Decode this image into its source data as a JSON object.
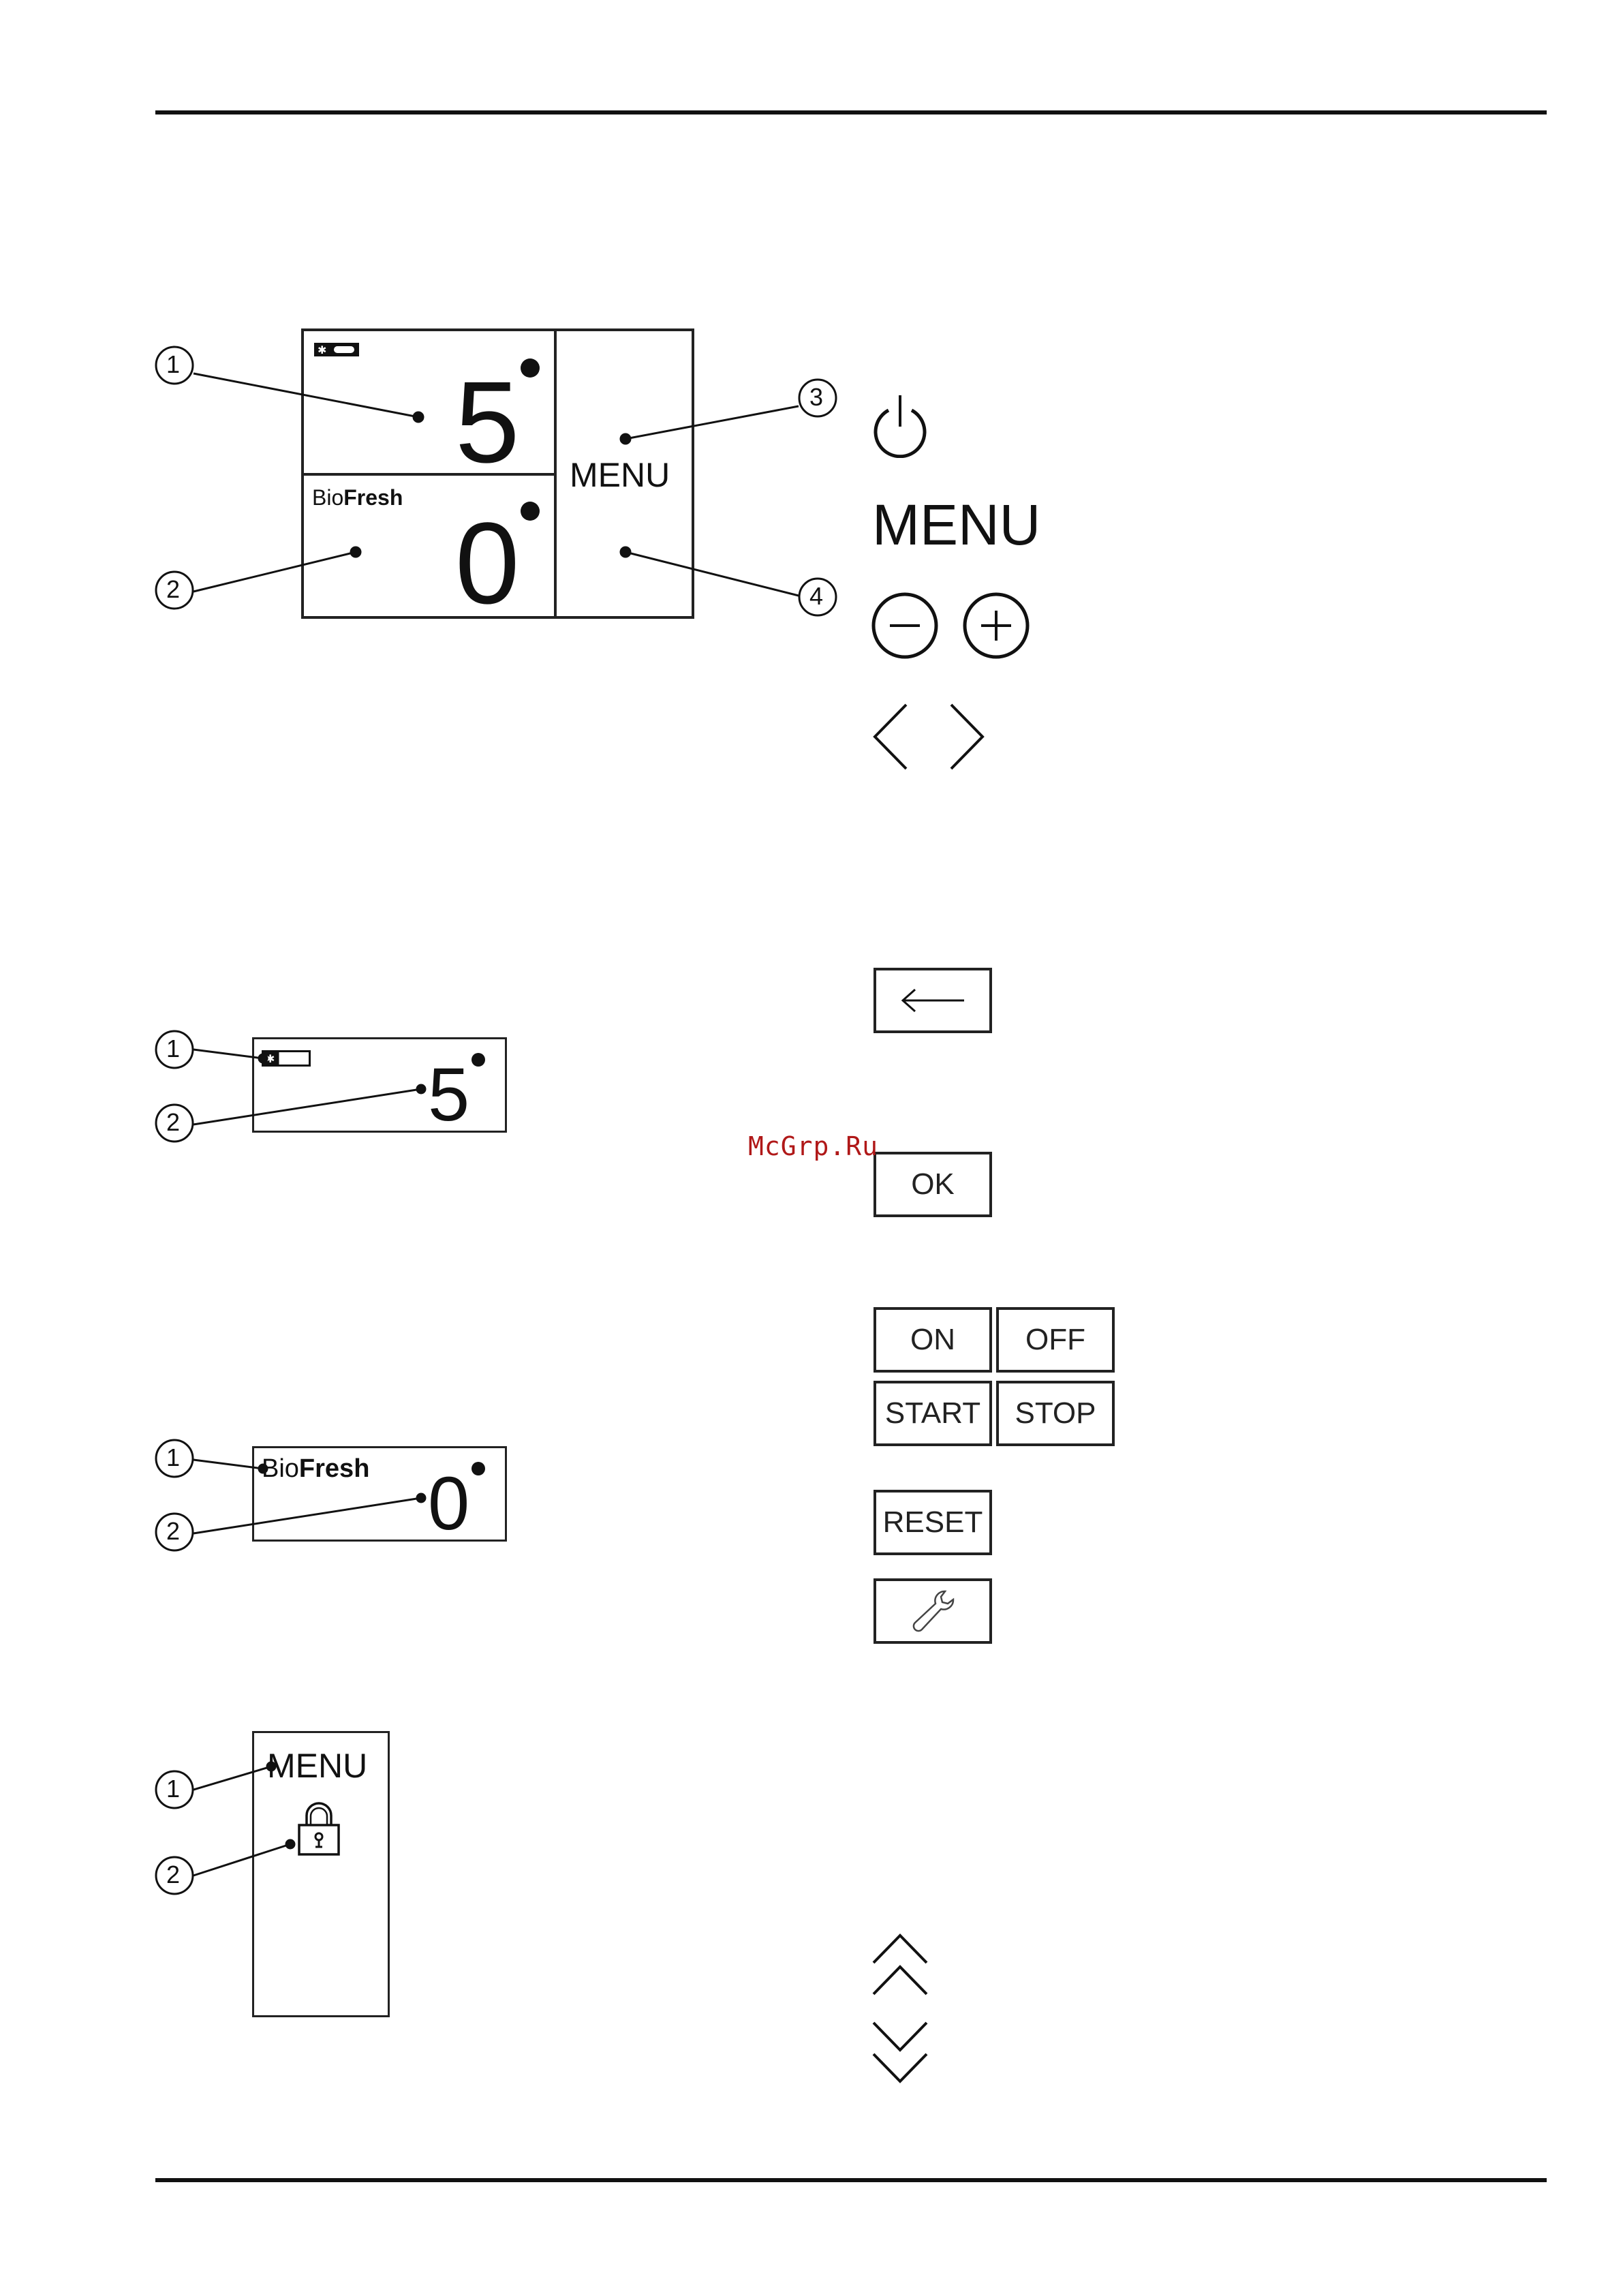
{
  "figure1": {
    "callouts": [
      "1",
      "2",
      "3",
      "4"
    ],
    "fridge_temp": "5",
    "biofresh_label_a": "Bio",
    "biofresh_label_b": "Fresh",
    "biofresh_temp": "0",
    "menu_label": "MENU"
  },
  "figure2": {
    "callouts": [
      "1",
      "2"
    ],
    "temp": "5"
  },
  "figure3": {
    "callouts": [
      "1",
      "2"
    ],
    "label_a": "Bio",
    "label_b": "Fresh",
    "temp": "0"
  },
  "figure4": {
    "callouts": [
      "1",
      "2"
    ],
    "menu_label": "MENU"
  },
  "symbols": {
    "menu_text": "MENU",
    "ok": "OK",
    "on": "ON",
    "off": "OFF",
    "start": "START",
    "stop": "STOP",
    "reset": "RESET"
  },
  "watermark": "McGrp.Ru"
}
